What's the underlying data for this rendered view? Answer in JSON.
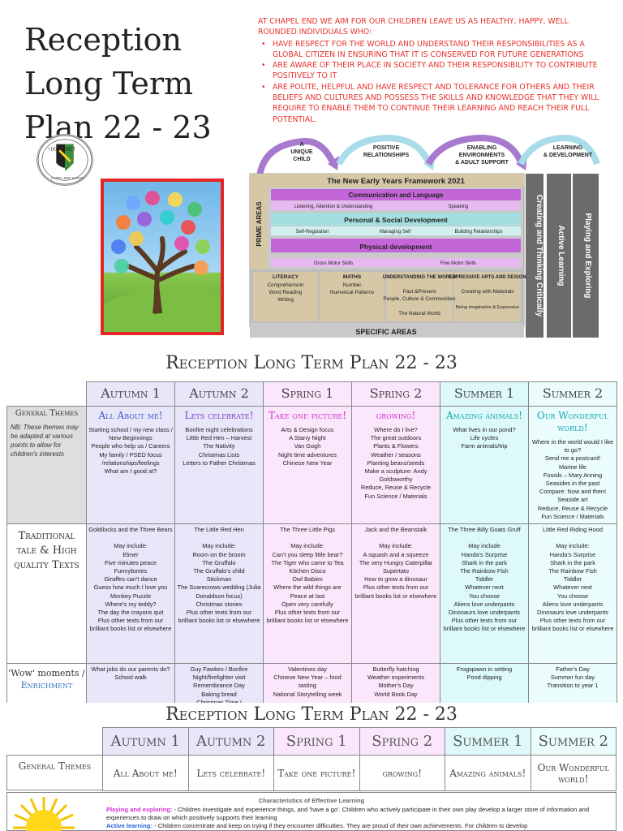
{
  "header": {
    "title": "Reception Long Term Plan 22 - 23",
    "intro_lead": "At Chapel End we aim for our children leave us as healthy, happy, well rounded individuals who:",
    "intro_bullets": [
      "have respect for the world and understand their responsibilities as a global citizen in ensuring that it is conserved for future generations",
      "are aware of their place in society and their responsibility to contribute positively to it",
      "are polite, helpful and have respect and tolerance for others and their beliefs and cultures and possess the skills and knowledge that they will require to enable them to continue their learning and reach their full potential."
    ]
  },
  "logo": {
    "text_top": "I DO MY BEST",
    "text_bottom": "CHAPEL END SCHOOL"
  },
  "eyfs": {
    "arrows": [
      "A UNIQUE CHILD",
      "POSITIVE RELATIONSHIPS",
      "ENABLING ENVIRONMENTS & ADULT SUPPORT",
      "LEARNING & DEVELOPMENT"
    ],
    "framework_title": "The New Early Years Framework 2021",
    "prime_label": "PRIME AREAS",
    "prime": [
      {
        "title": "Communication and Language",
        "subs": [
          "Listening, Attention & Understanding",
          "Speaking"
        ]
      },
      {
        "title": "Personal & Social Development",
        "subs": [
          "Self-Regulation",
          "Managing Self",
          "Building Relationships"
        ]
      },
      {
        "title": "Physical development",
        "subs": [
          "Gross Motor Skills",
          "Fine Motor Skills"
        ]
      }
    ],
    "specific": [
      {
        "title": "LITERACY",
        "items": [
          "Comprehension",
          "Word Reading",
          "Writing"
        ]
      },
      {
        "title": "MATHS",
        "items": [
          "Number",
          "Numerical Patterns"
        ]
      },
      {
        "title": "UNDERSTANDING THE WORLD",
        "items": [
          "Past &Present",
          "People, Culture & Communities",
          "The Natural World"
        ]
      },
      {
        "title": "EXPRESSIVE ARTS AND DESIGN",
        "items": [
          "Creating with Materials",
          "Being imaginative & Expressive"
        ]
      }
    ],
    "specific_label": "SPECIFIC AREAS",
    "side_labels": [
      "Creating and Thinking Critically",
      "Active Learning",
      "Playing and Exploring"
    ],
    "colors": {
      "purple": "#c465d8",
      "teal": "#a4dee0",
      "tan": "#d6c8a7",
      "grey": "#6b6b6b",
      "blue_arrow": "#a8dce8",
      "purple_arrow": "#a77ad0"
    }
  },
  "section1_title": "Reception Long Term Plan 22 - 23",
  "terms": [
    "Autumn 1",
    "Autumn 2",
    "Spring 1",
    "Spring 2",
    "Summer 1",
    "Summer 2"
  ],
  "general_themes": {
    "label": "General Themes",
    "nb_prefix": "NB:",
    "nb": "These themes may be adapted at various points to allow for children's interests",
    "titles": [
      "All About me!",
      "Lets celebrate!",
      "Take one picture!",
      "growing!",
      "Amazing animals!",
      "Our Wonderful world!"
    ],
    "cells": [
      "Starting school / my new class / New Beginnings\nPeople who help us / Careers\nMy family / PSED focus /relationships/feelings\nWhat am I good at?",
      "Bonfire night celebrations\nLittle Red Hen – Harvest\nThe Nativity\nChristmas Lists\nLetters to Father Christmas",
      "Arts & Design focus\nA Starry Night\nVan Gogh\nNight time adventures\nChinese New Year",
      "Where do I live?\nThe great outdoors\nPlants & Flowers\nWeather / seasons\nPlanting beans/seeds\nMake a sculpture: Andy Goldsworthy\nReduce, Reuse & Recycle\nFun Science / Materials",
      "What lives in our pond?\nLife cycles\nFarm animals/trip",
      "Where in the world would I like to go?\nSend me a postcard!\nMarine life\nFossils – Mary Anning\nSeasides in the past\nCompare: Now and then!\nSeaside art\nReduce, Reuse & Recycle\nFun Science / Materials"
    ]
  },
  "texts": {
    "label": "Traditional tale & High quality Texts",
    "cells": [
      "Goldilocks and the Three Bears\n\nMay include:\nElmer\nFive minutes peace\nFunnybones\nGiraffes can't dance\nGuess how much I love you\nMonkey Puzzle\nWhere's my teddy?\nThe day the crayons quit\nPlus other texts from our brilliant books list or elsewhere",
      "The Little Red Hen\n\nMay include:\nRoom on the broom\nThe Gruffalo\nThe Gruffalo's child\nStickman\nThe Scarecrows wedding (Julia Donaldson focus)\nChristmas stories\nPlus other texts from our brilliant books list or elsewhere",
      "The Three Little Pigs\n\nMay include:\nCan't you sleep little bear?\nThe Tiger who came to Tea\nKitchen Disco\nOwl Babies\nWhere the wild things are\nPeace at last\nOpen very carefully\nPlus other texts from our brilliant books list or elsewhere",
      "Jack and the Beanstalk\n\nMay include:\nA squash and a squeeze\nThe very Hungry Caterpillar\nSupertato\nHow to grow a dinosaur\nPlus other texts from our brilliant books list or elsewhere",
      "The Three Billy Goats Gruff\n\nMay include\nHanda's Surprise\nShark in the park\nThe Rainbow Fish\nTiddler\nWhatever next\nYou choose\nAliens love underpants\nDinosaurs love underpants\nPlus other texts from our brilliant books list or elsewhere",
      "Little Red Riding Hood\n\nMay include:\nHanda's Surprise\nShark in the park\nThe Rainbow Fish\nTiddler\nWhatever next\nYou choose\nAliens love underpants\nDinosaurs love underpants\nPlus other texts from our brilliant books list or elsewhere"
    ]
  },
  "wow": {
    "label": "'Wow' moments /",
    "label2": "Enrichment",
    "cells": [
      "What jobs do our parents do?\nSchool walk",
      "Guy Fawkes / Bonfire Night/firefighter visit\nRemembrance Day\nBaking bread\nChristmas Time /",
      "Valentines day\nChinese New Year – food tasting\nNational Storytelling week",
      "Butterfly hatching\nWeather experiments\nMother's Day\nWorld Book Day",
      "Frogspawn in setting\nPond dipping",
      "Father's Day\nSummer fun day\nTransition to year 1"
    ]
  },
  "section2_title": "Reception Long Term Plan 22 - 23",
  "table2": {
    "label": "General Themes",
    "terms": [
      "Autumn 1",
      "Autumn 2",
      "Spring 1",
      "Spring 2",
      "Summer 1",
      "Summer 2"
    ],
    "themes": [
      "All About me!",
      "Lets celebrate!",
      "Take one picture!",
      "growing!",
      "Amazing animals!",
      "Our Wonderful world!"
    ]
  },
  "coel": {
    "title": "Characteristics of Effective Learning",
    "play_label": "Playing and exploring:",
    "play_text": " - Children investigate and experience things, and 'have a go'. Children who actively participate in their own play develop a larger store of information and experiences to draw on which positively supports their learning",
    "active_label": "Active learning:",
    "active_text": " - Children concentrate and keep on trying if they encounter difficulties. They are proud of their own achievements. For children to develop"
  }
}
